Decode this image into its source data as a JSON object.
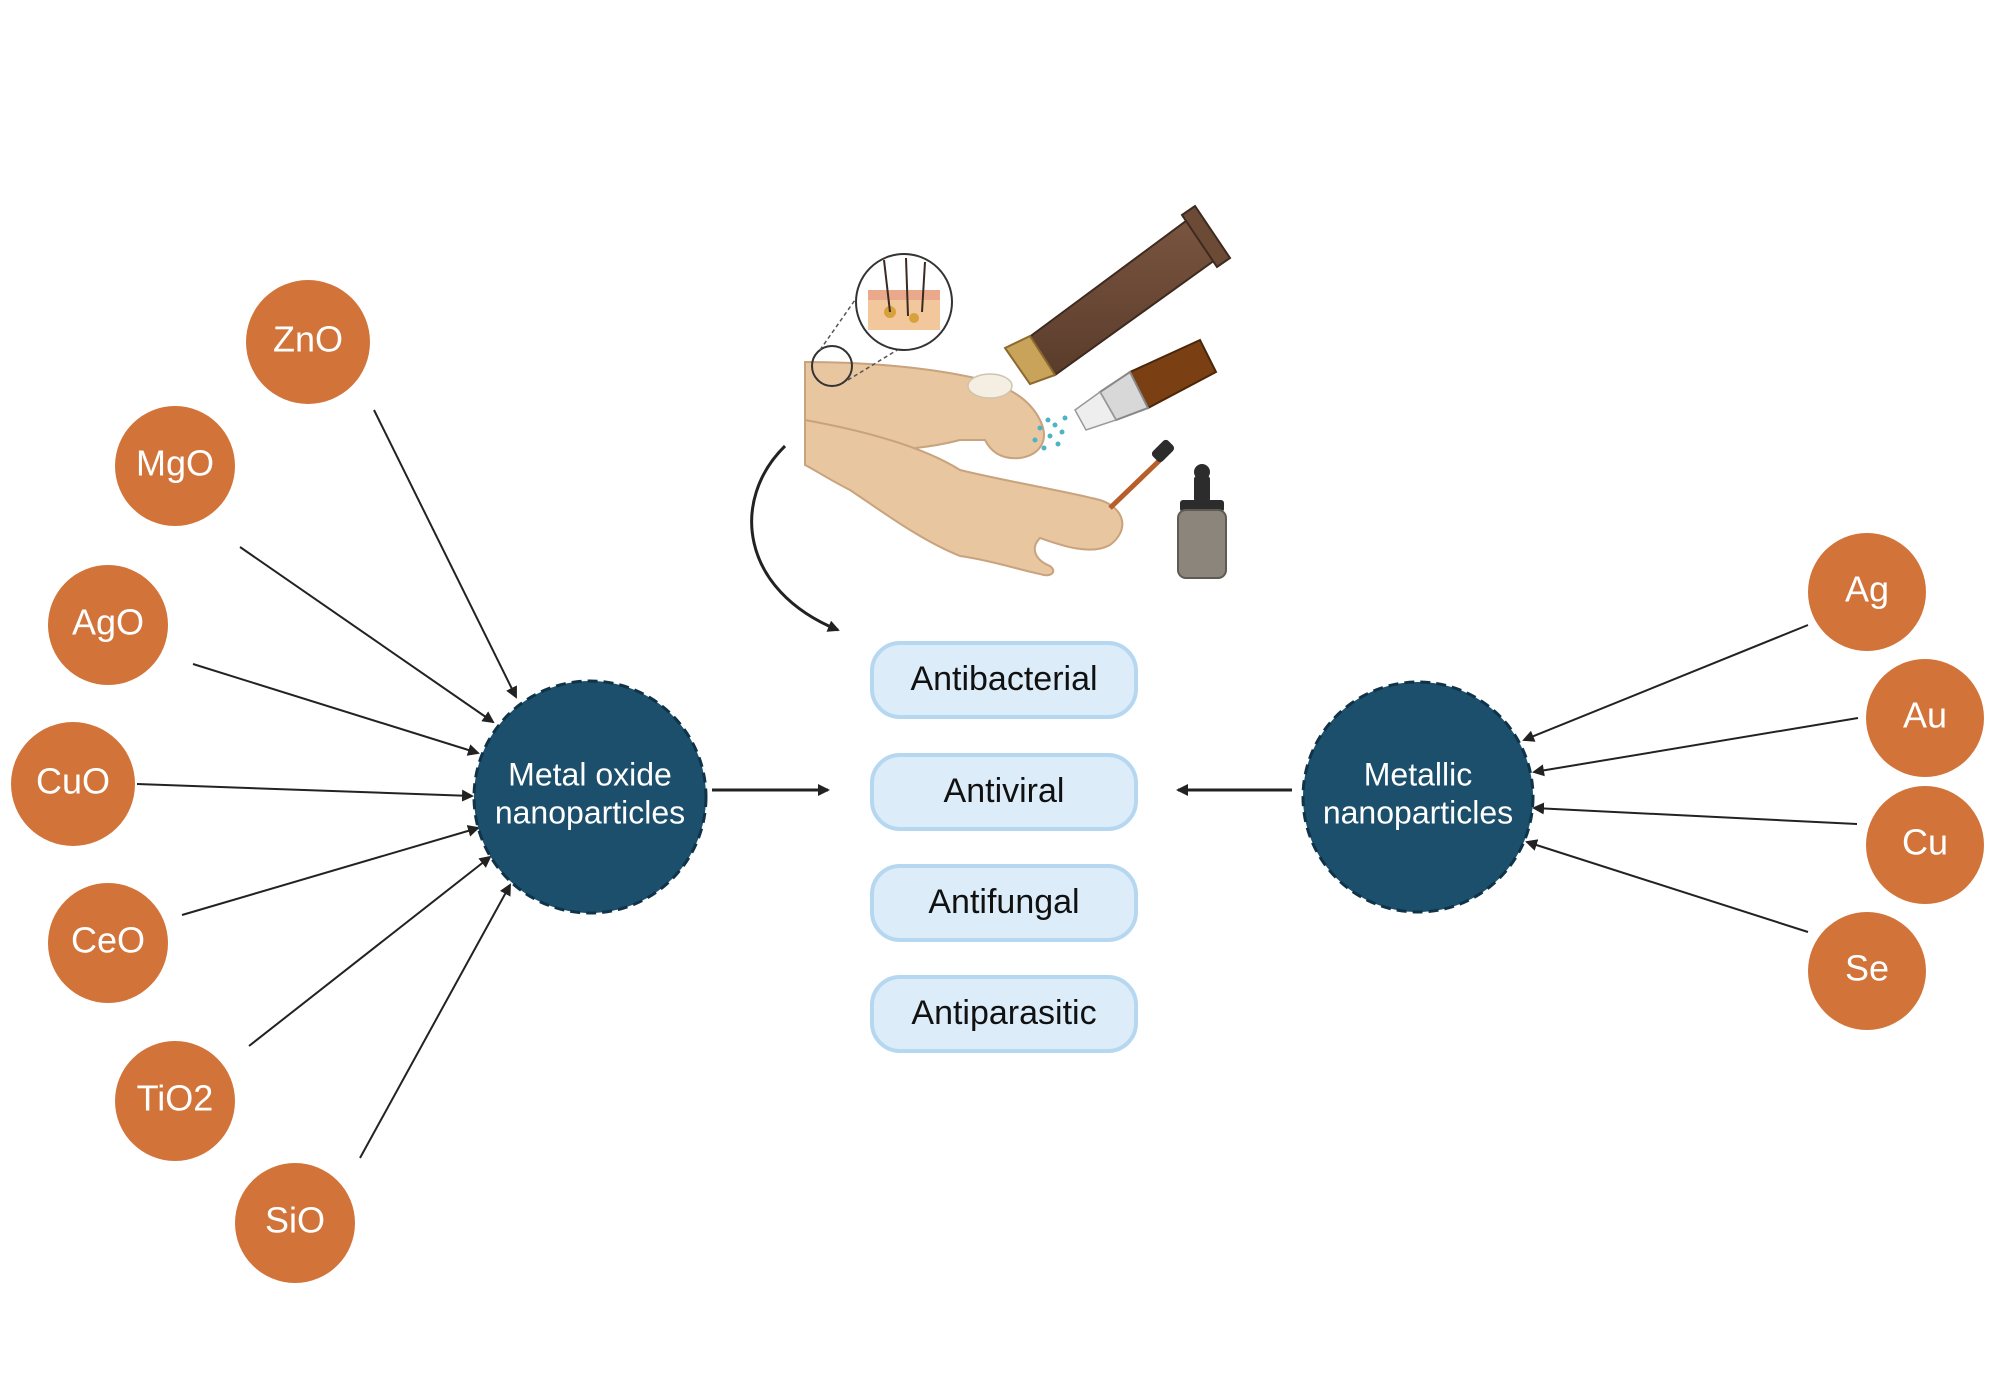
{
  "metal_oxide_hub": {
    "label_line1": "Metal oxide",
    "label_line2": "nanoparticles"
  },
  "metallic_hub": {
    "label_line1": "Metallic",
    "label_line2": "nanoparticles"
  },
  "metal_oxides": [
    "ZnO",
    "MgO",
    "AgO",
    "CuO",
    "CeO",
    "TiO2",
    "SiO"
  ],
  "metals": [
    "Ag",
    "Au",
    "Cu",
    "Se"
  ],
  "properties": [
    "Antibacterial",
    "Antiviral",
    "Antifungal",
    "Antiparasitic"
  ],
  "colors": {
    "particle": "#d2743a",
    "hub": "#1b4f6b",
    "hub_border": "#0f3349",
    "property_fill": "#dcedf9",
    "property_border": "#b5d7f0",
    "arrow": "#222222"
  }
}
